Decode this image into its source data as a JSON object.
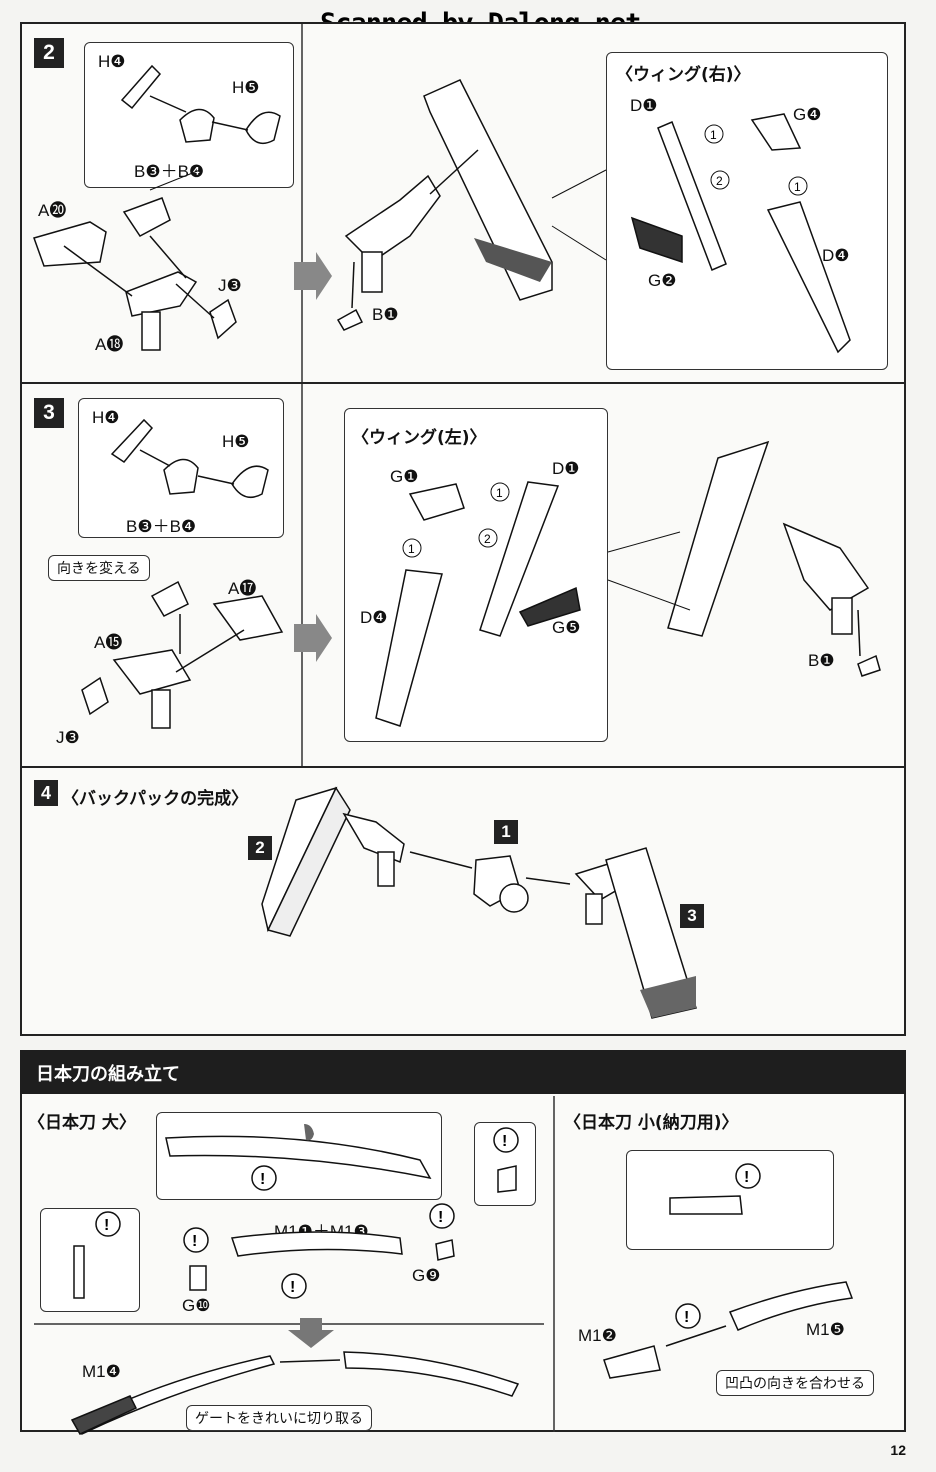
{
  "watermark": "Scanned by Dalong.net",
  "step2": {
    "num": "2",
    "parts": {
      "h4": "H❹",
      "h5": "H❺",
      "b34": "B❸＋B❹",
      "a20": "A⓴",
      "a18": "A⓲",
      "j3": "J❸",
      "b1": "B❶"
    },
    "wing_title": "〈ウィング(右)〉",
    "wing_parts": {
      "d1": "D❶",
      "g4": "G❹",
      "g2": "G❷",
      "d4": "D❹"
    },
    "steps": [
      "1",
      "2",
      "1"
    ]
  },
  "step3": {
    "num": "3",
    "parts": {
      "h4": "H❹",
      "h5": "H❺",
      "b34": "B❸＋B❹",
      "a17": "A⓱",
      "a15": "A⓯",
      "j3": "J❸",
      "b1": "B❶"
    },
    "note": "向きを変える",
    "wing_title": "〈ウィング(左)〉",
    "wing_parts": {
      "g1": "G❶",
      "d1": "D❶",
      "d4": "D❹",
      "g5": "G❺"
    },
    "steps": [
      "1",
      "2",
      "1"
    ]
  },
  "step4": {
    "num": "4",
    "title": "〈バックパックの完成〉",
    "refs": [
      "2",
      "1",
      "3"
    ]
  },
  "katana": {
    "header": "日本刀の組み立て",
    "large_title": "〈日本刀 大〉",
    "large_parts": {
      "m1": "M1❶＋M1❸",
      "g9": "G❾",
      "g10": "G❿",
      "m14": "M1❹"
    },
    "large_note": "ゲートをきれいに切り取る",
    "small_title": "〈日本刀 小(納刀用)〉",
    "small_parts": {
      "m12": "M1❷",
      "m15": "M1❺"
    },
    "small_note": "凹凸の向きを合わせる",
    "caution": "!"
  },
  "page_number": "12"
}
